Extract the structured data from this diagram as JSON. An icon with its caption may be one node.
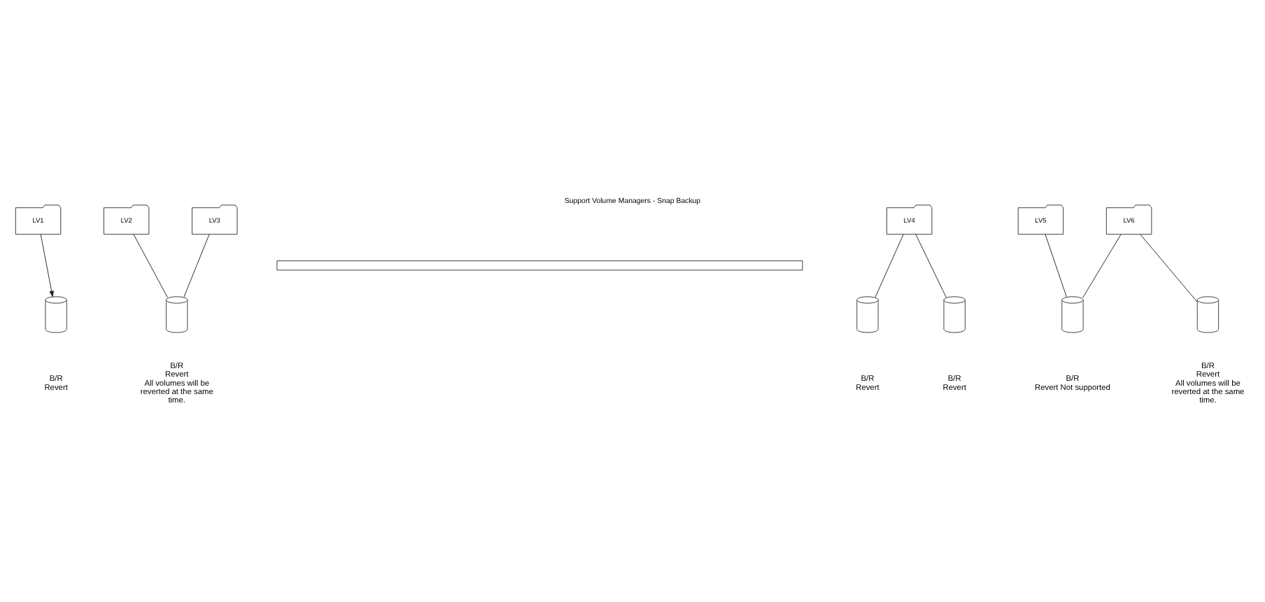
{
  "diagram": {
    "title": "Support Volume Managers - Snap Backup",
    "nodes": [
      {
        "text": [
          "LV1"
        ]
      },
      {
        "text": [
          "LV2"
        ]
      },
      {
        "text": [
          "LV3"
        ]
      },
      {
        "text": [
          "LV4"
        ]
      },
      {
        "text": [
          "LV5"
        ]
      },
      {
        "text": [
          "LV6"
        ]
      },
      {
        "text": [],
        "shape": "bar"
      },
      {
        "text": [],
        "shape": "cylinder",
        "beside": [
          "B/R",
          "Revert"
        ]
      },
      {
        "text": [],
        "shape": "cylinder",
        "beside": [
          "B/R",
          "Revert",
          "All volumes will be reverted at the same time."
        ]
      },
      {
        "text": [],
        "shape": "cylinder",
        "beside": [
          "B/R",
          "Revert"
        ]
      },
      {
        "text": [],
        "shape": "cylinder",
        "beside": [
          "B/R",
          "Revert"
        ]
      },
      {
        "text": [],
        "shape": "cylinder",
        "beside": [
          "B/R",
          "Revert Not supported"
        ]
      },
      {
        "text": [],
        "shape": "cylinder",
        "beside": [
          "B/R",
          "Revert",
          "All volumes will be reverted at the same time."
        ]
      }
    ],
    "edges": [
      {
        "from": 0,
        "to": 7,
        "arrow": "to"
      },
      {
        "from": 1,
        "to": 8,
        "arrow": "none"
      },
      {
        "from": 2,
        "to": 8,
        "arrow": "none"
      },
      {
        "from": 3,
        "to": 9,
        "arrow": "none"
      },
      {
        "from": 3,
        "to": 10,
        "arrow": "none"
      },
      {
        "from": 4,
        "to": 11,
        "arrow": "none"
      },
      {
        "from": 5,
        "to": 11,
        "arrow": "none"
      },
      {
        "from": 5,
        "to": 12,
        "arrow": "none"
      }
    ]
  }
}
